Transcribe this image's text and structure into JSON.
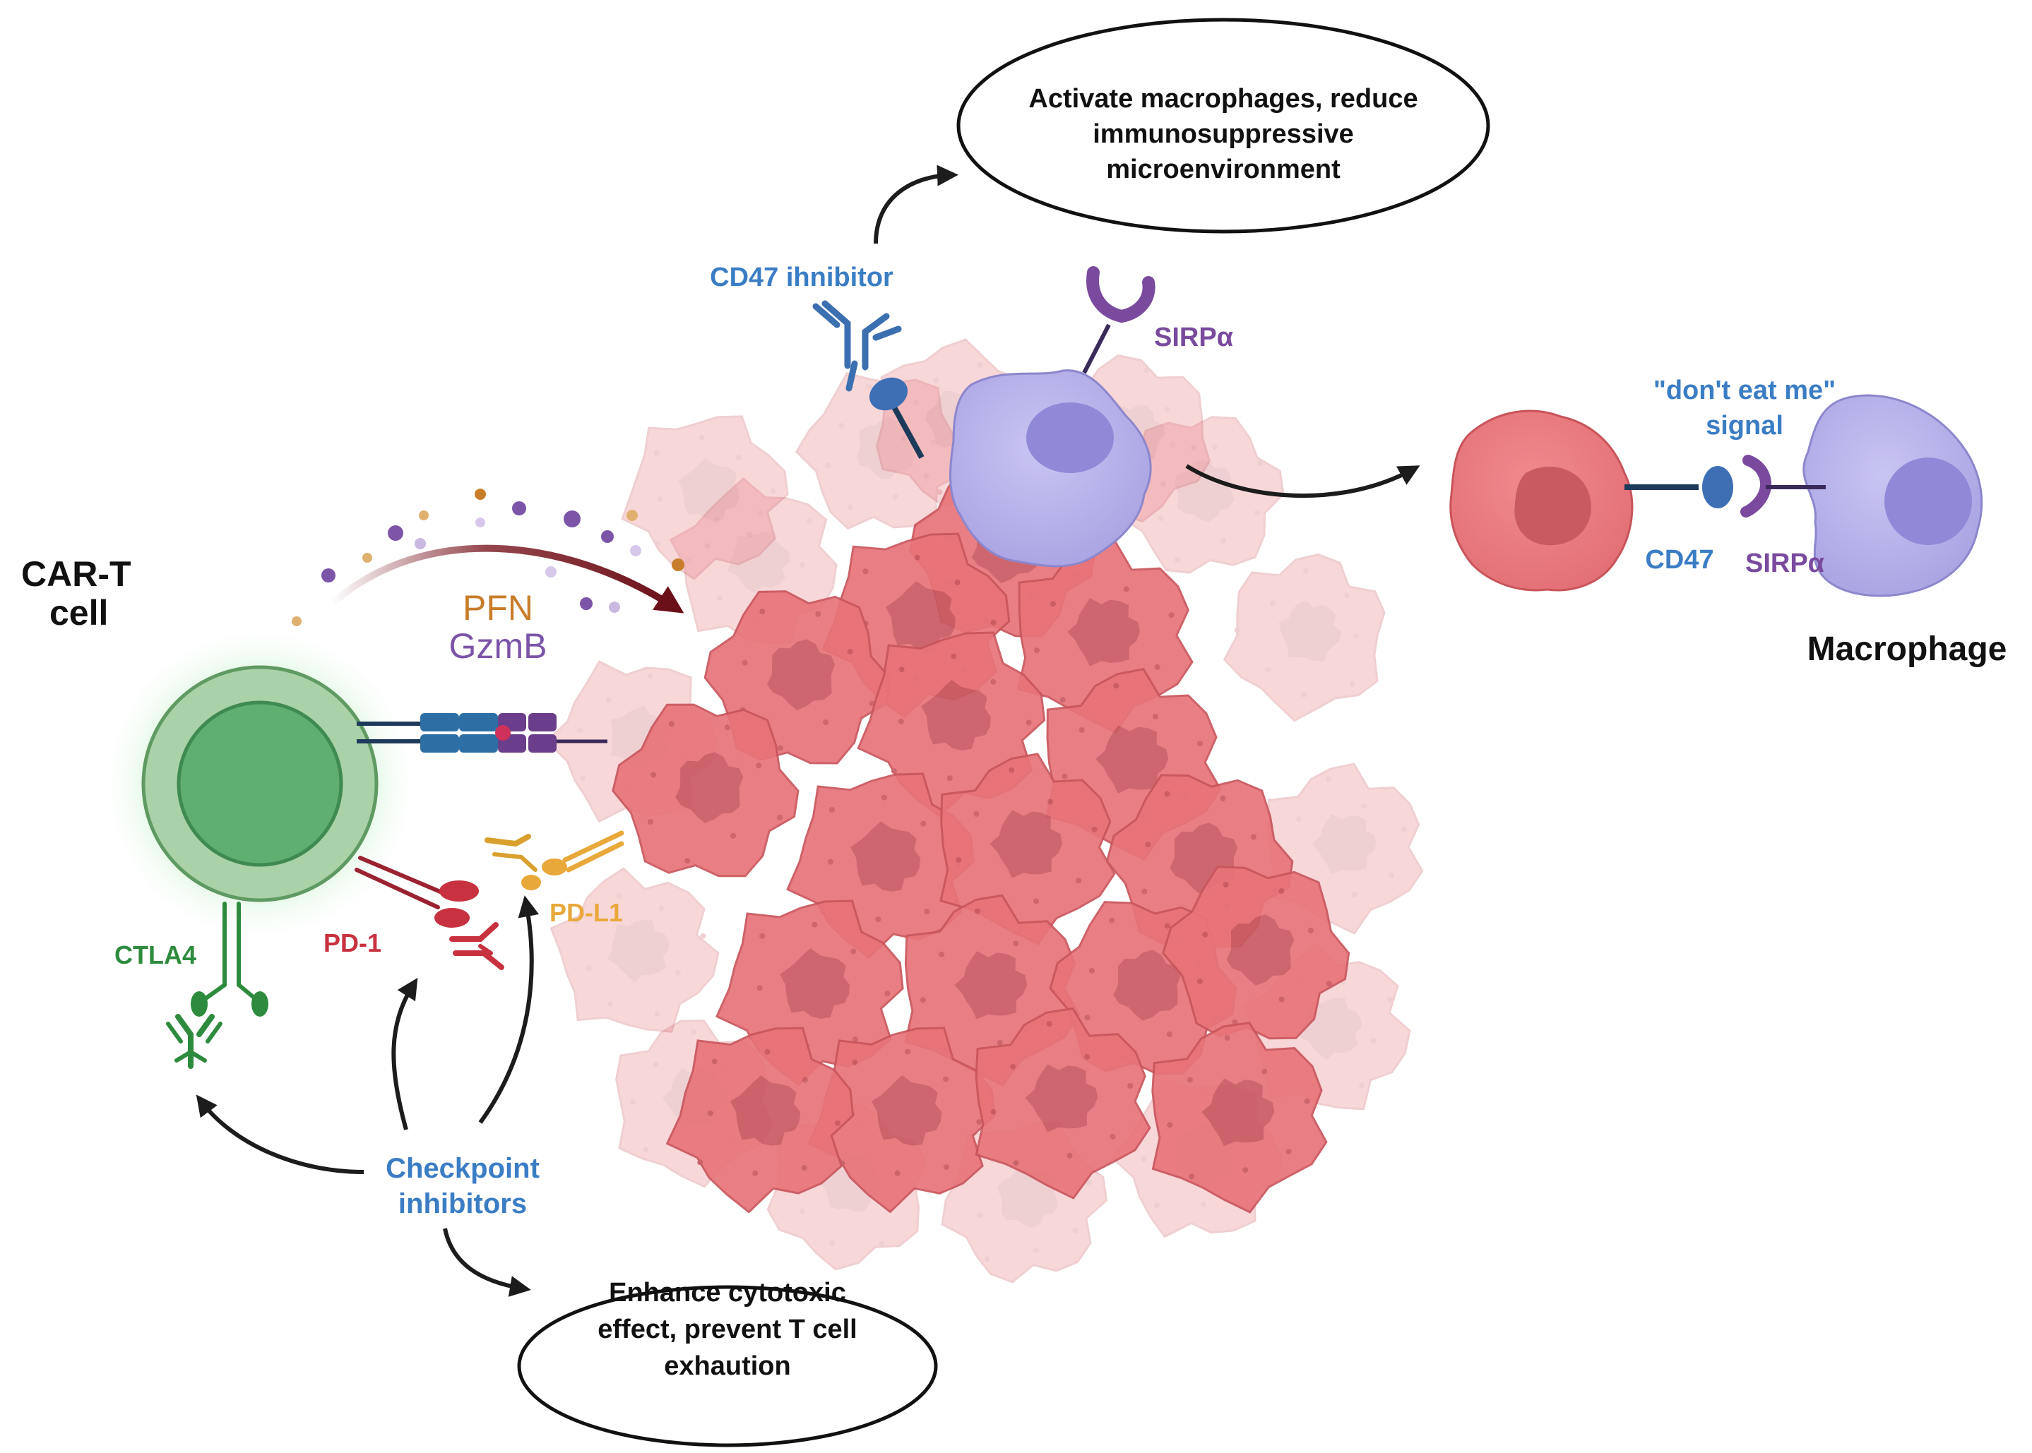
{
  "labels": {
    "cart_line1": "CAR-T",
    "cart_line2": "cell",
    "pfn": "PFN",
    "gzmb": "GzmB",
    "ctla4": "CTLA4",
    "pd1": "PD-1",
    "pdl1": "PD-L1",
    "checkpoint_line1": "Checkpoint",
    "checkpoint_line2": "inhibitors",
    "cd47_inhibitor": "CD47 ihnibitor",
    "sirpa_top": "SIRPα",
    "dont_eat_line1": "\"don't eat me\"",
    "dont_eat_line2": "signal",
    "cd47": "CD47",
    "sirpa_right": "SIRPα",
    "macrophage": "Macrophage"
  },
  "ovals": {
    "top_line1": "Activate macrophages, reduce",
    "top_line2": "immunosuppressive",
    "top_line3": "microenvironment",
    "bottom_line1": "Enhance cytotoxic",
    "bottom_line2": "effect, prevent T cell",
    "bottom_line3": "exhaution"
  },
  "colors": {
    "cart_green": "#2e8b3e",
    "pd1_red": "#c8313f",
    "pdl1_orange": "#e8a83a",
    "blue": "#3b7dc4",
    "purple": "#7a4a9e",
    "pfn_orange": "#c87d2a",
    "gzmb_purple": "#7c54a8",
    "tumor": "#e8747a",
    "macrophage": "#b9b4ea"
  }
}
